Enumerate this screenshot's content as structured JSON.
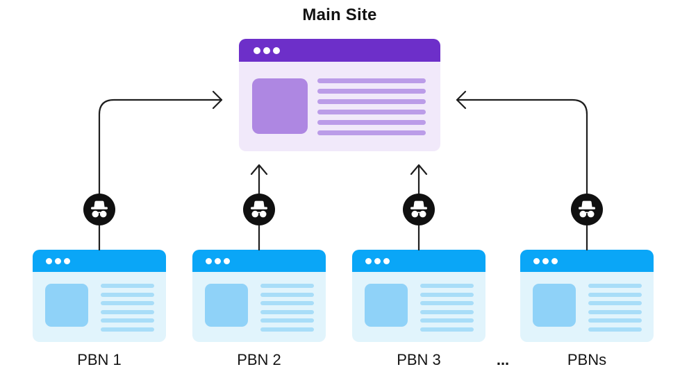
{
  "diagram": {
    "title": "Main Site",
    "pbn_sites": [
      {
        "label": "PBN 1"
      },
      {
        "label": "PBN 2"
      },
      {
        "label": "PBN 3"
      },
      {
        "label": "PBNs"
      }
    ],
    "ellipsis_label": "...",
    "icons": {
      "incognito": "incognito-icon",
      "window_controls": "window-control-dots"
    },
    "colors": {
      "main_header": "#6D2FC9",
      "main_body": "#F1E9FA",
      "main_accent": "#AE87E2",
      "main_line": "#BB9CE8",
      "pbn_header": "#0AA6F7",
      "pbn_body": "#E1F4FC",
      "pbn_accent": "#8FD2F8",
      "pbn_line": "#A8DDF8",
      "arrow": "#1E1E1E",
      "icon_bg": "#101010"
    }
  }
}
